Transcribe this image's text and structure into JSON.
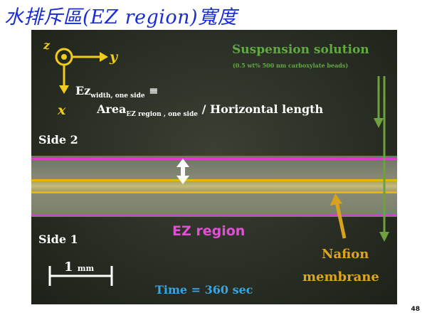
{
  "slide": {
    "title": "水排斥區(EZ region)寬度",
    "page_number": "48"
  },
  "figure": {
    "suspension_label": "Suspension solution",
    "suspension_detail": "(0.5 wt% 500 nm carboxylate beads)",
    "equation": {
      "lhs": "Ez",
      "lhs_sub": "width, one side",
      "equiv": "≡",
      "rhs": "Area",
      "rhs_sub": "EZ region , one side",
      "rhs_tail": "/ Horizontal length"
    },
    "side2_label": "Side 2",
    "side1_label": "Side 1",
    "ez_region_label": "EZ region",
    "nafion_line1": "Nafion",
    "nafion_line2": "membrane",
    "time_label": "Time = 360 sec",
    "scale_value": "1",
    "scale_unit": "mm",
    "axes": {
      "z": "z",
      "y": "y",
      "x": "x"
    },
    "icons": [
      "axis-origin-icon",
      "double-arrow-icon",
      "scale-bar-icon",
      "flow-arrow-icon",
      "pointer-arrow-icon"
    ],
    "colors": {
      "title": "#1a2dd0",
      "suspension": "#62a843",
      "ez_region": "#e24fd6",
      "nafion": "#e0a41a",
      "time": "#3aa6e0",
      "axes": "#f2cc1c"
    }
  }
}
